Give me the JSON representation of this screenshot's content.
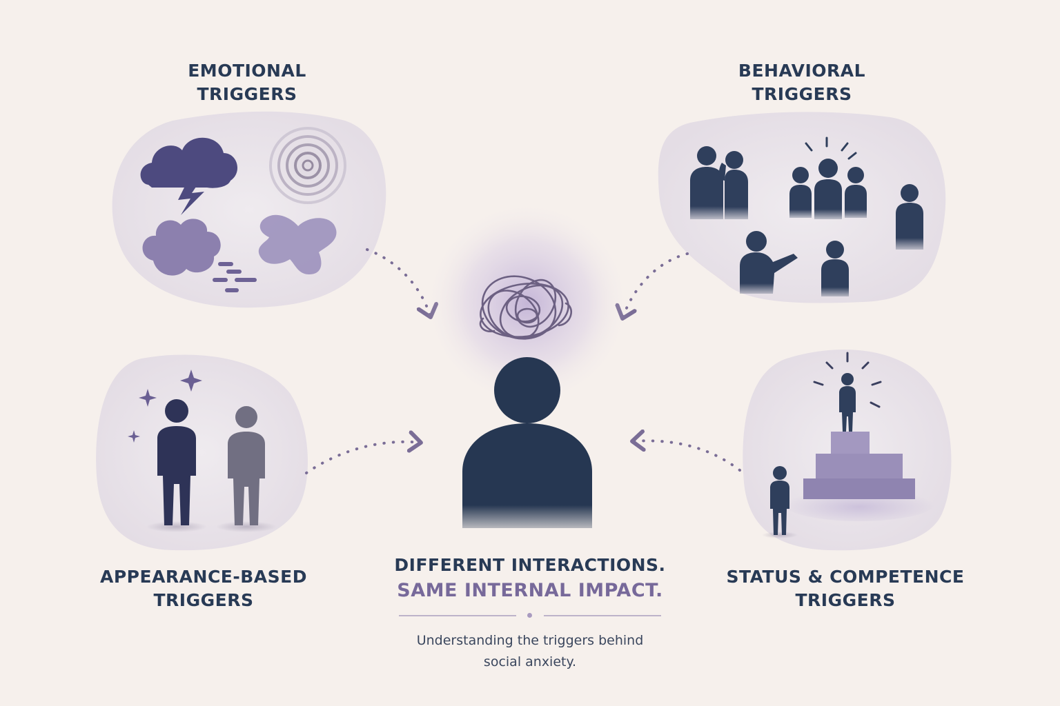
{
  "categories": {
    "emotional": {
      "line1": "EMOTIONAL",
      "line2": "TRIGGERS"
    },
    "behavioral": {
      "line1": "BEHAVIORAL",
      "line2": "TRIGGERS"
    },
    "appearance": {
      "line1": "APPEARANCE-BASED",
      "line2": "TRIGGERS"
    },
    "status": {
      "line1": "STATUS & COMPETENCE",
      "line2": "TRIGGERS"
    }
  },
  "center": {
    "headline_line1": "DIFFERENT INTERACTIONS.",
    "headline_line2": "SAME INTERNAL IMPACT.",
    "subtitle_line1": "Understanding the triggers behind",
    "subtitle_line2": "social anxiety."
  },
  "icons": {
    "emotional": [
      "storm-cloud-icon",
      "ripple-icon",
      "cloud-blob-icon",
      "splat-blob-icon"
    ],
    "behavioral": [
      "whispering-people-icon",
      "spotlight-group-icon",
      "lone-person-icon",
      "pointing-person-icon"
    ],
    "appearance": [
      "sparkles-icon",
      "comparing-people-icon"
    ],
    "status": [
      "podium-icon",
      "small-person-icon"
    ],
    "center": [
      "anxious-person-icon",
      "tangled-thoughts-icon"
    ]
  },
  "colors": {
    "background": "#f6f0ec",
    "navy": "#283a55",
    "purple": "#77699a",
    "bubble": "#e8e2e8",
    "arrow": "#7a6d96"
  }
}
